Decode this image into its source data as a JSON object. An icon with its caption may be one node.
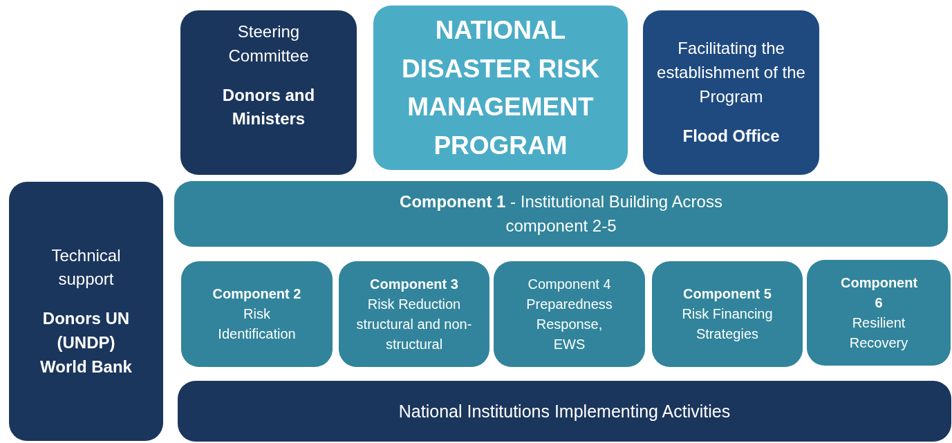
{
  "diagram": {
    "nodes": [
      {
        "text": [
          "Steering Committee",
          "Donors and Ministers"
        ]
      },
      {
        "text": [
          "NATIONAL DISASTER RISK MANAGEMENT PROGRAM"
        ]
      },
      {
        "text": [
          "Facilitating the establishment of the Program",
          "Flood Office"
        ]
      },
      {
        "text": [
          "Technical support",
          "Donors UN (UNDP) World Bank"
        ]
      },
      {
        "text": [
          "**Component 1** - Institutional Building Across component 2-5"
        ]
      },
      {
        "text": [
          "Component 2",
          "Risk Identification"
        ]
      },
      {
        "text": [
          "Component 3",
          "Risk Reduction structural and non-structural"
        ]
      },
      {
        "text": [
          "Component 4",
          "Preparedness Response, EWS"
        ]
      },
      {
        "text": [
          "Component 5",
          "Risk Financing Strategies"
        ]
      },
      {
        "text": [
          "Component 6",
          "Resilient Recovery"
        ]
      },
      {
        "text": [
          "National Institutions Implementing Activities"
        ]
      }
    ]
  }
}
